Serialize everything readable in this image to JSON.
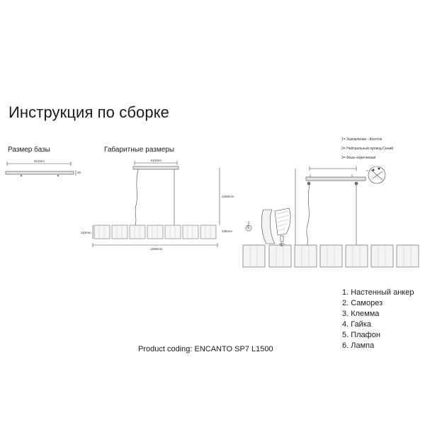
{
  "title": "Инструкция по сборке",
  "sections": {
    "base_size": "Размер базы",
    "overall_dimensions": "Габаритные размеры"
  },
  "dimensions": {
    "base_width": "610mm",
    "base_height": "25",
    "canopy_width": "610mm",
    "suspension_height": "1000mm",
    "shade_height_left": "110mm",
    "shade_height_right": "135mm",
    "total_length": "1500mm"
  },
  "wire_legend": [
    "1= Заземление –Желтое",
    "2= Нейтральный провод-Синий",
    "3= Фаза–коричневая"
  ],
  "parts": [
    "1. Настенный анкер",
    "2. Саморез",
    "3. Клемма",
    "4. Гайка",
    "5. Плафон",
    "6. Лампа"
  ],
  "product_coding": "Product coding: ENCANTO SP7 L1500",
  "callouts": [
    "5",
    "6"
  ]
}
